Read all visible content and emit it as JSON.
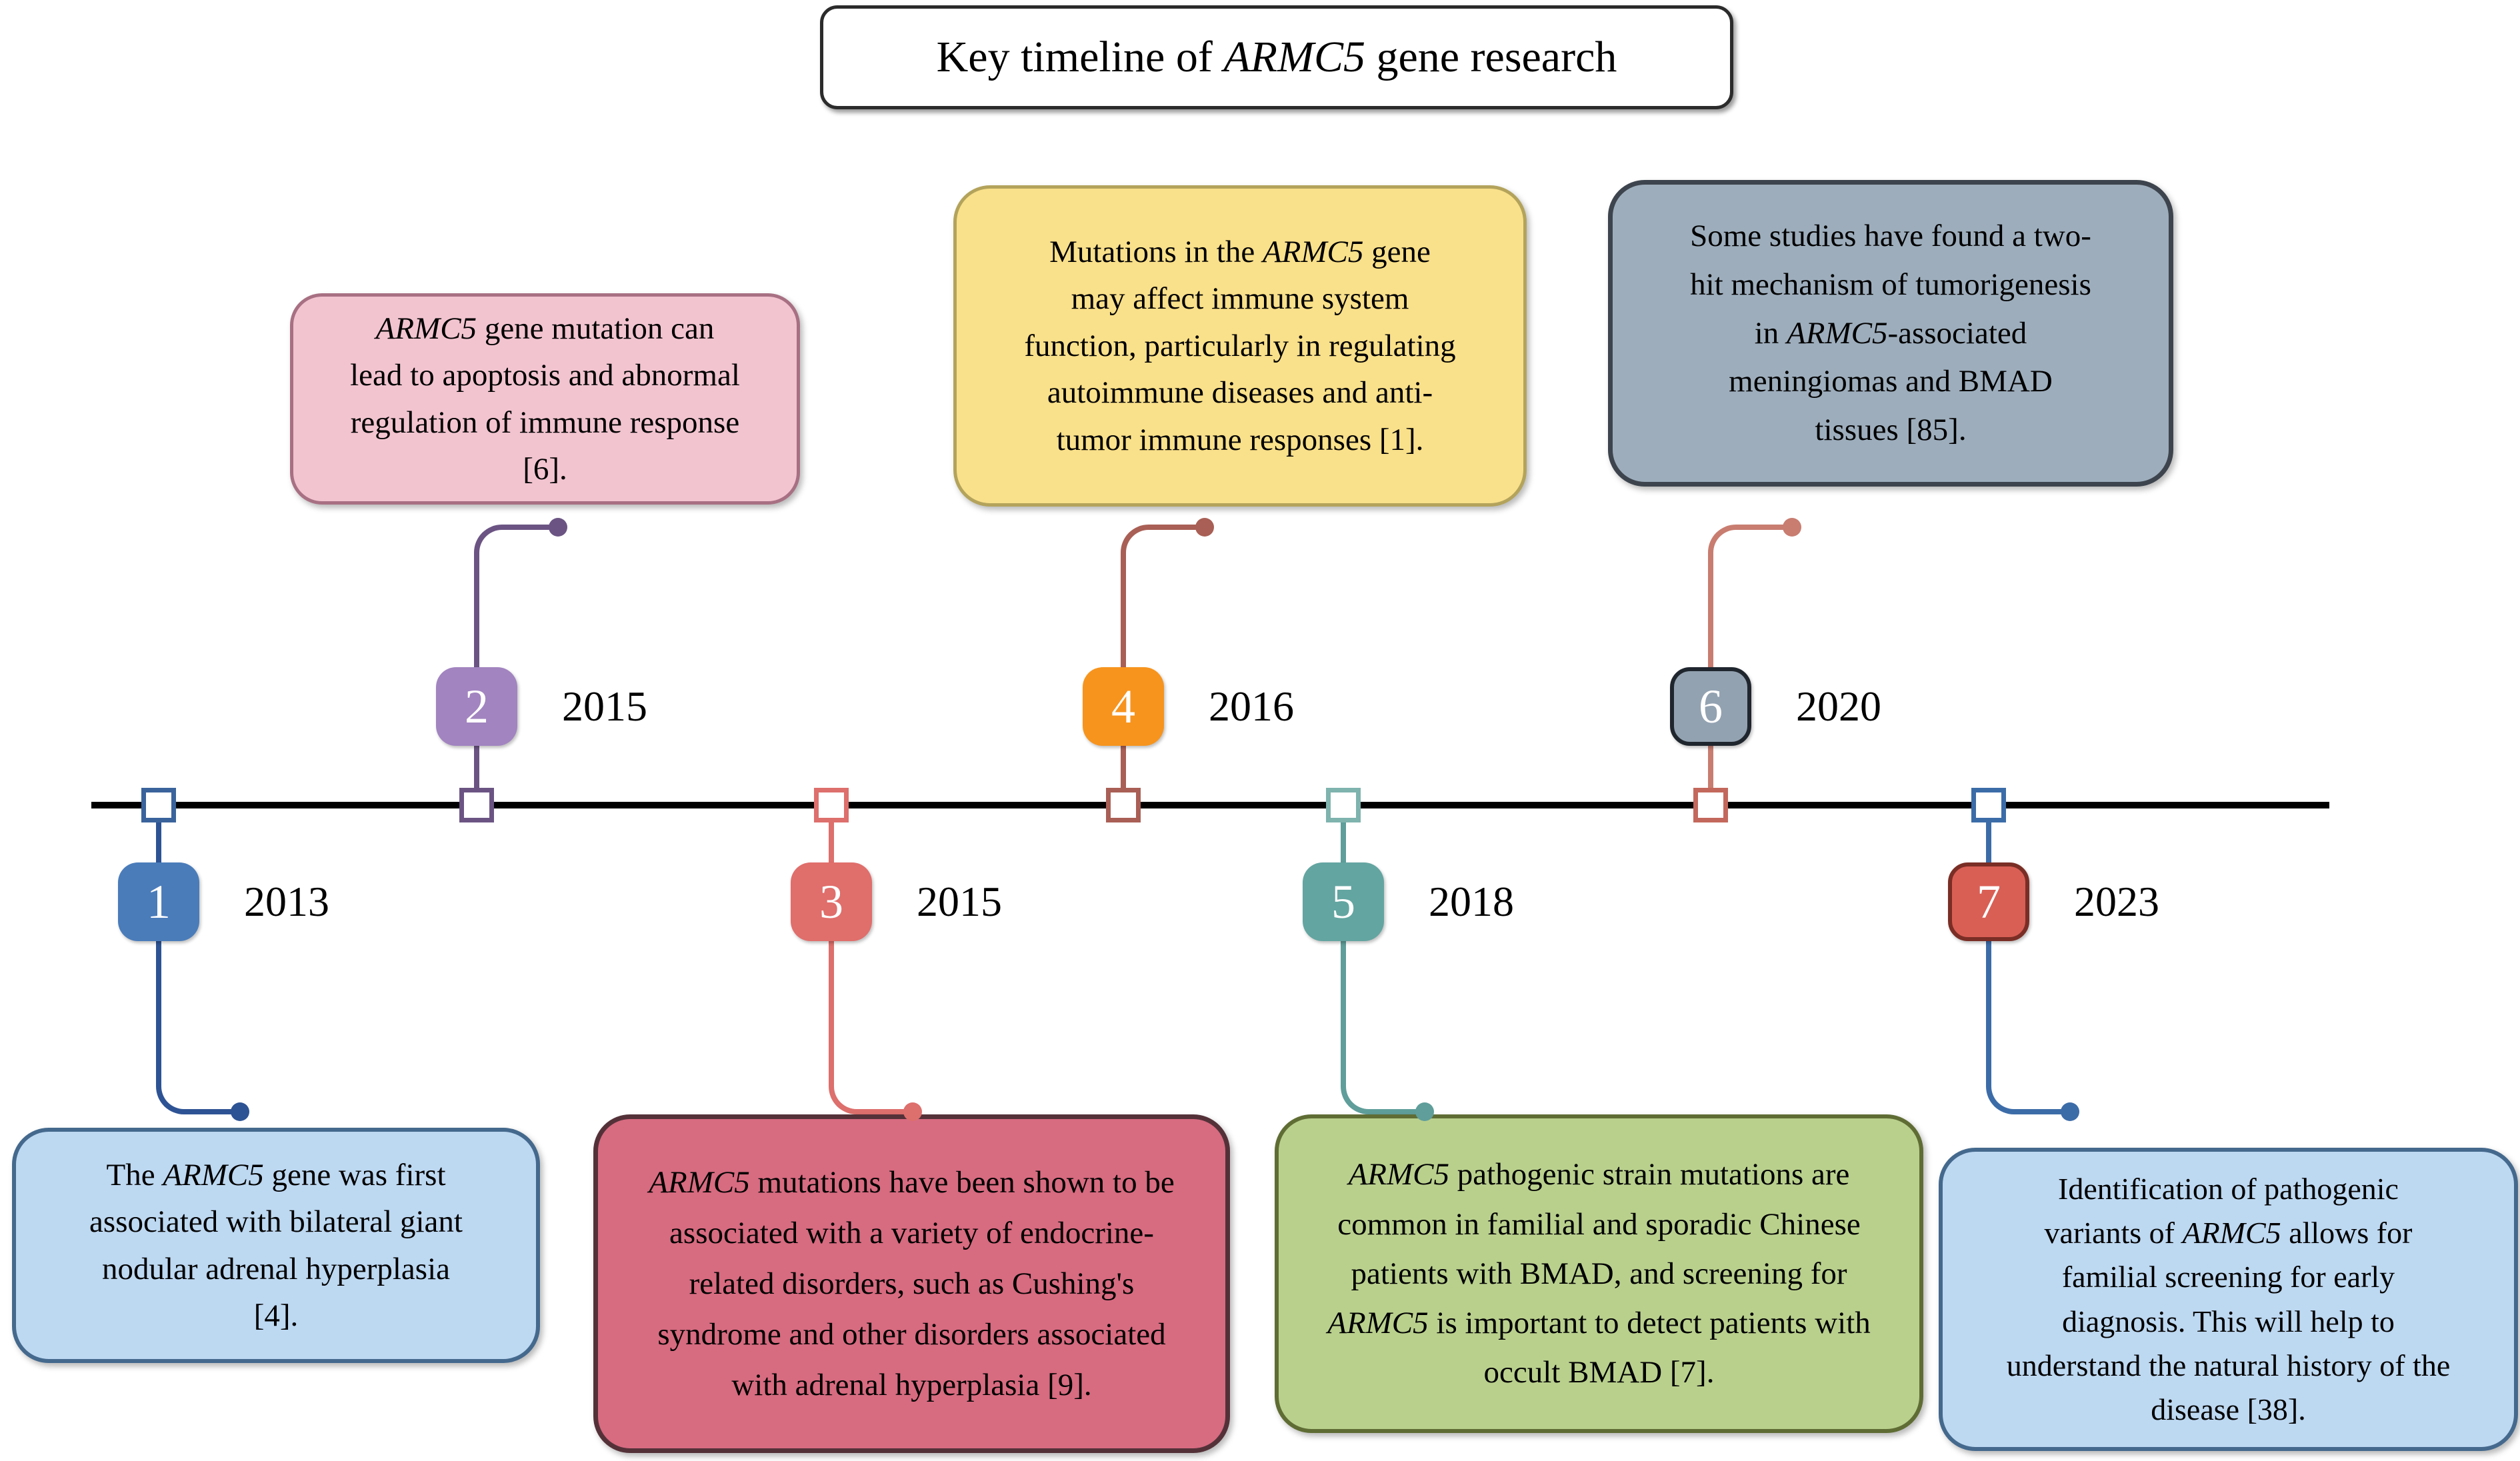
{
  "title": {
    "text": "Key timeline of ARMC5 gene research"
  },
  "colors": {
    "background": "#ffffff",
    "timeline_line": "#000000",
    "title_border": "#2b2b2b"
  },
  "events": [
    {
      "number": "1",
      "year": "2013",
      "side": "below",
      "badge_color": "#4a7cba",
      "connector_color": "#2e5394",
      "marker_border_color": "#3a639c",
      "box_fill": "#bdd8f1",
      "box_border": "#44698d",
      "text": "The ARMC5 gene was first associated with bilateral giant nodular adrenal hyperplasia [4]."
    },
    {
      "number": "2",
      "year": "2015",
      "side": "above",
      "badge_color": "#a284c0",
      "connector_color": "#6b5483",
      "marker_border_color": "#6b5483",
      "box_fill": "#f2c4d0",
      "box_border": "#a87083",
      "text": "ARMC5 gene mutation can lead to apoptosis and abnormal regulation of immune response [6]."
    },
    {
      "number": "3",
      "year": "2015",
      "side": "below",
      "badge_color": "#e06e6b",
      "connector_color": "#dd6f6c",
      "marker_border_color": "#dd6f6c",
      "box_fill": "#d76b80",
      "box_border": "#543139",
      "text": "ARMC5 mutations have been shown to be associated with a variety of endocrine-related disorders, such as Cushing's syndrome and other disorders associated with adrenal hyperplasia [9]."
    },
    {
      "number": "4",
      "year": "2016",
      "side": "above",
      "badge_color": "#f7941d",
      "connector_color": "#a95f55",
      "marker_border_color": "#a95f55",
      "box_fill": "#f9e08a",
      "box_border": "#b3a35b",
      "text": "Mutations in the ARMC5 gene may affect immune system function, particularly in regulating autoimmune diseases and anti-tumor immune responses [1]."
    },
    {
      "number": "5",
      "year": "2018",
      "side": "below",
      "badge_color": "#63a5a1",
      "connector_color": "#5f9e9a",
      "marker_border_color": "#7fb3ae",
      "box_fill": "#b9d08d",
      "box_border": "#5f6d34",
      "text": "ARMC5 pathogenic strain mutations are common in familial and sporadic Chinese patients with BMAD, and screening for ARMC5 is important to detect patients with occult BMAD [7]."
    },
    {
      "number": "6",
      "year": "2020",
      "side": "above",
      "badge_color": "#93a2b1",
      "connector_color": "#c87d70",
      "marker_border_color": "#c3685c",
      "box_fill": "#9dadbc",
      "box_border": "#3d444d",
      "text": "Some studies have found a two-hit mechanism of tumorigenesis in ARMC5-associated meningiomas and BMAD tissues [85]."
    },
    {
      "number": "7",
      "year": "2023",
      "side": "below",
      "badge_color": "#d95f55",
      "connector_color": "#3c6ca8",
      "marker_border_color": "#3c6ca8",
      "box_fill": "#bdd8f1",
      "box_border": "#44698d",
      "text": "Identification of pathogenic variants of ARMC5 allows for familial screening for early diagnosis. This will help to understand the natural history of the disease [38]."
    }
  ]
}
